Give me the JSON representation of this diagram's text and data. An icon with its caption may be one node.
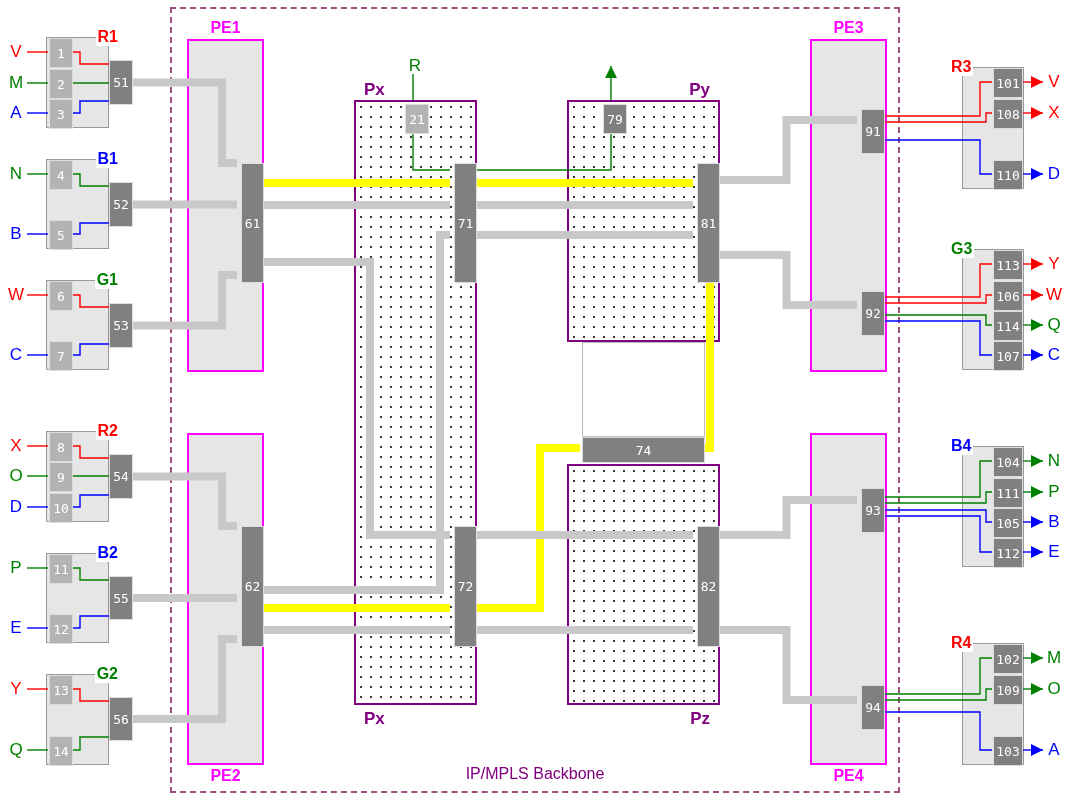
{
  "diagram": {
    "nodes": [
      {
        "text": [
          "IP/MPLS Backbone"
        ]
      },
      {
        "text": [
          "PE1"
        ],
        "in": 0
      },
      {
        "text": [
          "PE2"
        ],
        "in": 0
      },
      {
        "text": [
          "Px",
          "Px"
        ],
        "in": 0
      },
      {
        "text": [
          "Py"
        ],
        "in": 0
      },
      {
        "text": [
          "Pz"
        ],
        "in": 0
      },
      {
        "text": [
          "PE3"
        ],
        "in": 0
      },
      {
        "text": [
          "PE4"
        ],
        "in": 0
      },
      {
        "text": [
          "R1"
        ]
      },
      {
        "text": [
          "1"
        ],
        "in": 8
      },
      {
        "text": [
          "2"
        ],
        "in": 8
      },
      {
        "text": [
          "3"
        ],
        "in": 8
      },
      {
        "text": [
          "B1"
        ]
      },
      {
        "text": [
          "4"
        ],
        "in": 12
      },
      {
        "text": [
          "5"
        ],
        "in": 12
      },
      {
        "text": [
          "G1"
        ]
      },
      {
        "text": [
          "6"
        ],
        "in": 15
      },
      {
        "text": [
          "7"
        ],
        "in": 15
      },
      {
        "text": [
          "R2"
        ]
      },
      {
        "text": [
          "8"
        ],
        "in": 18
      },
      {
        "text": [
          "9"
        ],
        "in": 18
      },
      {
        "text": [
          "10"
        ],
        "in": 18
      },
      {
        "text": [
          "B2"
        ]
      },
      {
        "text": [
          "11"
        ],
        "in": 22
      },
      {
        "text": [
          "12"
        ],
        "in": 22
      },
      {
        "text": [
          "G2"
        ]
      },
      {
        "text": [
          "13"
        ],
        "in": 25
      },
      {
        "text": [
          "14"
        ],
        "in": 25
      },
      {
        "text": [
          "51"
        ]
      },
      {
        "text": [
          "52"
        ]
      },
      {
        "text": [
          "53"
        ]
      },
      {
        "text": [
          "54"
        ]
      },
      {
        "text": [
          "55"
        ]
      },
      {
        "text": [
          "56"
        ]
      },
      {
        "text": [
          "61"
        ],
        "in": 1
      },
      {
        "text": [
          "62"
        ],
        "in": 2
      },
      {
        "text": [
          "21"
        ],
        "in": 3
      },
      {
        "text": [
          "79"
        ],
        "in": 4
      },
      {
        "text": [
          "71"
        ],
        "in": 3
      },
      {
        "text": [
          "72"
        ],
        "in": 3
      },
      {
        "text": [
          "74"
        ],
        "in": 0
      },
      {
        "text": [
          "81"
        ],
        "in": 4
      },
      {
        "text": [
          "82"
        ],
        "in": 5
      },
      {
        "text": [
          "91"
        ],
        "in": 6
      },
      {
        "text": [
          "92"
        ],
        "in": 6
      },
      {
        "text": [
          "93"
        ],
        "in": 7
      },
      {
        "text": [
          "94"
        ],
        "in": 7
      },
      {
        "text": [
          "R3"
        ]
      },
      {
        "text": [
          "101"
        ],
        "in": 47
      },
      {
        "text": [
          "108"
        ],
        "in": 47
      },
      {
        "text": [
          "110"
        ],
        "in": 47
      },
      {
        "text": [
          "G3"
        ]
      },
      {
        "text": [
          "113"
        ],
        "in": 51
      },
      {
        "text": [
          "106"
        ],
        "in": 51
      },
      {
        "text": [
          "114"
        ],
        "in": 51
      },
      {
        "text": [
          "107"
        ],
        "in": 51
      },
      {
        "text": [
          "B4"
        ]
      },
      {
        "text": [
          "104"
        ],
        "in": 56
      },
      {
        "text": [
          "111"
        ],
        "in": 56
      },
      {
        "text": [
          "105"
        ],
        "in": 56
      },
      {
        "text": [
          "112"
        ],
        "in": 56
      },
      {
        "text": [
          "R4"
        ]
      },
      {
        "text": [
          "102"
        ],
        "in": 61
      },
      {
        "text": [
          "109"
        ],
        "in": 61
      },
      {
        "text": [
          "103"
        ],
        "in": 61
      },
      {
        "text": [
          "V"
        ]
      },
      {
        "text": [
          "M"
        ]
      },
      {
        "text": [
          "A"
        ]
      },
      {
        "text": [
          "N"
        ]
      },
      {
        "text": [
          "B"
        ]
      },
      {
        "text": [
          "W"
        ]
      },
      {
        "text": [
          "C"
        ]
      },
      {
        "text": [
          "X"
        ]
      },
      {
        "text": [
          "O"
        ]
      },
      {
        "text": [
          "D"
        ]
      },
      {
        "text": [
          "P"
        ]
      },
      {
        "text": [
          "E"
        ]
      },
      {
        "text": [
          "Y"
        ]
      },
      {
        "text": [
          "Q"
        ]
      },
      {
        "text": [
          "R"
        ],
        "in": 0
      },
      {
        "text": [
          "V"
        ]
      },
      {
        "text": [
          "X"
        ]
      },
      {
        "text": [
          "D"
        ]
      },
      {
        "text": [
          "Y"
        ]
      },
      {
        "text": [
          "W"
        ]
      },
      {
        "text": [
          "Q"
        ]
      },
      {
        "text": [
          "C"
        ]
      },
      {
        "text": [
          "N"
        ]
      },
      {
        "text": [
          "P"
        ]
      },
      {
        "text": [
          "B"
        ]
      },
      {
        "text": [
          "E"
        ]
      },
      {
        "text": [
          "M"
        ]
      },
      {
        "text": [
          "O"
        ]
      },
      {
        "text": [
          "A"
        ]
      },
      {
        "text": [],
        "shape": "box",
        "in": 0
      }
    ],
    "edges": [
      {
        "from": 65,
        "to": 9,
        "arrow": "none",
        "color": "#ff0000"
      },
      {
        "from": 66,
        "to": 10,
        "arrow": "none",
        "color": "#008000"
      },
      {
        "from": 67,
        "to": 11,
        "arrow": "none",
        "color": "#0000ff"
      },
      {
        "from": 68,
        "to": 13,
        "arrow": "none",
        "color": "#008000"
      },
      {
        "from": 69,
        "to": 14,
        "arrow": "none",
        "color": "#0000ff"
      },
      {
        "from": 70,
        "to": 16,
        "arrow": "none",
        "color": "#ff0000"
      },
      {
        "from": 71,
        "to": 17,
        "arrow": "none",
        "color": "#0000ff"
      },
      {
        "from": 72,
        "to": 19,
        "arrow": "none",
        "color": "#ff0000"
      },
      {
        "from": 73,
        "to": 20,
        "arrow": "none",
        "color": "#008000"
      },
      {
        "from": 74,
        "to": 21,
        "arrow": "none",
        "color": "#0000ff"
      },
      {
        "from": 75,
        "to": 23,
        "arrow": "none",
        "color": "#008000"
      },
      {
        "from": 76,
        "to": 24,
        "arrow": "none",
        "color": "#0000ff"
      },
      {
        "from": 77,
        "to": 26,
        "arrow": "none",
        "color": "#ff0000"
      },
      {
        "from": 78,
        "to": 27,
        "arrow": "none",
        "color": "#008000"
      },
      {
        "from": 9,
        "to": 28,
        "arrow": "none",
        "color": "#ff0000"
      },
      {
        "from": 10,
        "to": 28,
        "arrow": "none",
        "color": "#008000"
      },
      {
        "from": 11,
        "to": 28,
        "arrow": "none",
        "color": "#0000ff"
      },
      {
        "from": 13,
        "to": 29,
        "arrow": "none",
        "color": "#008000"
      },
      {
        "from": 14,
        "to": 29,
        "arrow": "none",
        "color": "#0000ff"
      },
      {
        "from": 16,
        "to": 30,
        "arrow": "none",
        "color": "#ff0000"
      },
      {
        "from": 17,
        "to": 30,
        "arrow": "none",
        "color": "#0000ff"
      },
      {
        "from": 19,
        "to": 31,
        "arrow": "none",
        "color": "#ff0000"
      },
      {
        "from": 20,
        "to": 31,
        "arrow": "none",
        "color": "#008000"
      },
      {
        "from": 21,
        "to": 31,
        "arrow": "none",
        "color": "#0000ff"
      },
      {
        "from": 23,
        "to": 32,
        "arrow": "none",
        "color": "#008000"
      },
      {
        "from": 24,
        "to": 32,
        "arrow": "none",
        "color": "#0000ff"
      },
      {
        "from": 26,
        "to": 33,
        "arrow": "none",
        "color": "#ff0000"
      },
      {
        "from": 27,
        "to": 33,
        "arrow": "none",
        "color": "#008000"
      },
      {
        "from": 28,
        "to": 34,
        "arrow": "none",
        "style": "thick",
        "color": "#c8c8c8"
      },
      {
        "from": 29,
        "to": 34,
        "arrow": "none",
        "style": "thick",
        "color": "#c8c8c8"
      },
      {
        "from": 30,
        "to": 34,
        "arrow": "none",
        "style": "thick",
        "color": "#c8c8c8"
      },
      {
        "from": 31,
        "to": 35,
        "arrow": "none",
        "style": "thick",
        "color": "#c8c8c8"
      },
      {
        "from": 32,
        "to": 35,
        "arrow": "none",
        "style": "thick",
        "color": "#c8c8c8"
      },
      {
        "from": 33,
        "to": 35,
        "arrow": "none",
        "style": "thick",
        "color": "#c8c8c8"
      },
      {
        "from": 34,
        "to": 38,
        "arrow": "none",
        "style": "thick",
        "color": "#ffff00"
      },
      {
        "from": 38,
        "to": 41,
        "arrow": "none",
        "style": "thick",
        "color": "#ffff00"
      },
      {
        "from": 34,
        "to": 38,
        "arrow": "none",
        "style": "thick",
        "color": "#c8c8c8"
      },
      {
        "from": 38,
        "to": 41,
        "arrow": "none",
        "style": "thick",
        "color": "#c8c8c8"
      },
      {
        "from": 34,
        "to": 39,
        "arrow": "none",
        "style": "thick",
        "color": "#c8c8c8"
      },
      {
        "from": 35,
        "to": 38,
        "arrow": "none",
        "style": "thick",
        "color": "#c8c8c8"
      },
      {
        "from": 38,
        "to": 41,
        "arrow": "none",
        "style": "thick",
        "color": "#c8c8c8"
      },
      {
        "from": 41,
        "to": 40,
        "arrow": "none",
        "style": "thick",
        "color": "#ffff00"
      },
      {
        "from": 40,
        "to": 39,
        "arrow": "none",
        "style": "thick",
        "color": "#ffff00"
      },
      {
        "from": 39,
        "to": 35,
        "arrow": "none",
        "style": "thick",
        "color": "#ffff00"
      },
      {
        "from": 39,
        "to": 42,
        "arrow": "none",
        "style": "thick",
        "color": "#c8c8c8"
      },
      {
        "from": 35,
        "to": 39,
        "arrow": "none",
        "style": "thick",
        "color": "#c8c8c8"
      },
      {
        "from": 39,
        "to": 42,
        "arrow": "none",
        "style": "thick",
        "color": "#c8c8c8"
      },
      {
        "from": 79,
        "to": 36,
        "arrow": "none",
        "color": "#008000"
      },
      {
        "from": 36,
        "to": 38,
        "arrow": "none",
        "color": "#008000"
      },
      {
        "from": 38,
        "to": 37,
        "arrow": "none",
        "color": "#008000"
      },
      {
        "from": 37,
        "to": null,
        "arrow": "to",
        "color": "#008000"
      },
      {
        "from": 41,
        "to": 43,
        "arrow": "none",
        "style": "thick",
        "color": "#c8c8c8"
      },
      {
        "from": 41,
        "to": 44,
        "arrow": "none",
        "style": "thick",
        "color": "#c8c8c8"
      },
      {
        "from": 42,
        "to": 45,
        "arrow": "none",
        "style": "thick",
        "color": "#c8c8c8"
      },
      {
        "from": 42,
        "to": 46,
        "arrow": "none",
        "style": "thick",
        "color": "#c8c8c8"
      },
      {
        "from": 43,
        "to": 48,
        "arrow": "none",
        "color": "#ff0000"
      },
      {
        "from": 43,
        "to": 49,
        "arrow": "none",
        "color": "#ff0000"
      },
      {
        "from": 43,
        "to": 50,
        "arrow": "none",
        "color": "#0000ff"
      },
      {
        "from": 44,
        "to": 52,
        "arrow": "none",
        "color": "#ff0000"
      },
      {
        "from": 44,
        "to": 53,
        "arrow": "none",
        "color": "#ff0000"
      },
      {
        "from": 44,
        "to": 54,
        "arrow": "none",
        "color": "#008000"
      },
      {
        "from": 44,
        "to": 55,
        "arrow": "none",
        "color": "#0000ff"
      },
      {
        "from": 45,
        "to": 57,
        "arrow": "none",
        "color": "#008000"
      },
      {
        "from": 45,
        "to": 58,
        "arrow": "none",
        "color": "#008000"
      },
      {
        "from": 45,
        "to": 59,
        "arrow": "none",
        "color": "#0000ff"
      },
      {
        "from": 45,
        "to": 60,
        "arrow": "none",
        "color": "#0000ff"
      },
      {
        "from": 46,
        "to": 62,
        "arrow": "none",
        "color": "#008000"
      },
      {
        "from": 46,
        "to": 63,
        "arrow": "none",
        "color": "#008000"
      },
      {
        "from": 46,
        "to": 64,
        "arrow": "none",
        "color": "#0000ff"
      },
      {
        "from": 48,
        "to": 80,
        "arrow": "to",
        "color": "#ff0000"
      },
      {
        "from": 49,
        "to": 81,
        "arrow": "to",
        "color": "#ff0000"
      },
      {
        "from": 50,
        "to": 82,
        "arrow": "to",
        "color": "#0000ff"
      },
      {
        "from": 52,
        "to": 83,
        "arrow": "to",
        "color": "#ff0000"
      },
      {
        "from": 53,
        "to": 84,
        "arrow": "to",
        "color": "#ff0000"
      },
      {
        "from": 54,
        "to": 85,
        "arrow": "to",
        "color": "#008000"
      },
      {
        "from": 55,
        "to": 86,
        "arrow": "to",
        "color": "#0000ff"
      },
      {
        "from": 57,
        "to": 87,
        "arrow": "to",
        "color": "#008000"
      },
      {
        "from": 58,
        "to": 88,
        "arrow": "to",
        "color": "#008000"
      },
      {
        "from": 59,
        "to": 89,
        "arrow": "to",
        "color": "#0000ff"
      },
      {
        "from": 60,
        "to": 90,
        "arrow": "to",
        "color": "#0000ff"
      },
      {
        "from": 62,
        "to": 91,
        "arrow": "to",
        "color": "#008000"
      },
      {
        "from": 63,
        "to": 92,
        "arrow": "to",
        "color": "#008000"
      },
      {
        "from": 64,
        "to": 93,
        "arrow": "to",
        "color": "#0000ff"
      }
    ]
  }
}
